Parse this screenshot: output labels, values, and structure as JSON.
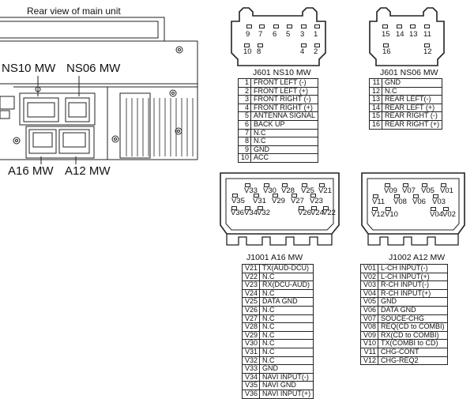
{
  "rear_view": {
    "title": "Rear view of main unit",
    "label_ns10": "NS10 MW",
    "label_ns06": "NS06 MW",
    "label_a16": "A16 MW",
    "label_a12": "A12 MW"
  },
  "j601_ns10": {
    "title": "J601 NS10 MW",
    "top_pins": [
      "9",
      "7",
      "6",
      "5",
      "3",
      "1"
    ],
    "bottom_pins": [
      "10",
      "8",
      "4",
      "2"
    ],
    "rows": [
      {
        "n": "1",
        "label": "FRONT LEFT (-)"
      },
      {
        "n": "2",
        "label": "FRONT LEFT (+)"
      },
      {
        "n": "3",
        "label": "FRONT RIGHT (-)"
      },
      {
        "n": "4",
        "label": "FRONT RIGHT (+)"
      },
      {
        "n": "5",
        "label": "ANTENNA SIGNAL"
      },
      {
        "n": "6",
        "label": "BACK UP"
      },
      {
        "n": "7",
        "label": "N.C"
      },
      {
        "n": "8",
        "label": "N.C"
      },
      {
        "n": "9",
        "label": "GND"
      },
      {
        "n": "10",
        "label": "ACC"
      }
    ]
  },
  "j601_ns06": {
    "title": "J601 NS06 MW",
    "top_pins": [
      "15",
      "14",
      "13",
      "11"
    ],
    "bottom_pins": [
      "16",
      "12"
    ],
    "rows": [
      {
        "n": "11",
        "label": "GND"
      },
      {
        "n": "12",
        "label": "N.C"
      },
      {
        "n": "13",
        "label": "REAR LEFT(-)"
      },
      {
        "n": "14",
        "label": "REAR LEFT (+)"
      },
      {
        "n": "15",
        "label": "REAR RIGHT (-)"
      },
      {
        "n": "16",
        "label": "REAR RIGHT (+)"
      }
    ]
  },
  "j1001_a16": {
    "title": "J1001  A16 MW",
    "row1_pins": [
      "V33",
      "V30",
      "V28",
      "V25",
      "V21"
    ],
    "row2_pins": [
      "V35",
      "V31",
      "V29",
      "V27",
      "V23"
    ],
    "row3_left_pins": [
      "V36",
      "V34",
      "V32"
    ],
    "row3_right_pins": [
      "V26",
      "V24",
      "V22"
    ],
    "rows": [
      {
        "n": "V21",
        "label": "TX(AUD-DCU)"
      },
      {
        "n": "V22",
        "label": "N.C"
      },
      {
        "n": "V23",
        "label": "RX(DCU-AUD)"
      },
      {
        "n": "V24",
        "label": "N.C"
      },
      {
        "n": "V25",
        "label": "DATA GND"
      },
      {
        "n": "V26",
        "label": "N.C"
      },
      {
        "n": "V27",
        "label": "N.C"
      },
      {
        "n": "V28",
        "label": "N.C"
      },
      {
        "n": "V29",
        "label": "N.C"
      },
      {
        "n": "V30",
        "label": "N.C"
      },
      {
        "n": "V31",
        "label": "N.C"
      },
      {
        "n": "V32",
        "label": "N.C"
      },
      {
        "n": "V33",
        "label": "GND"
      },
      {
        "n": "V34",
        "label": "NAVI INPUT(-)"
      },
      {
        "n": "V35",
        "label": "NAVI GND"
      },
      {
        "n": "V36",
        "label": "NAVI INPUT(+)"
      }
    ]
  },
  "j1002_a12": {
    "title": "J1002  A12 MW",
    "row1_pins": [
      "V09",
      "V07",
      "V05",
      "V01"
    ],
    "row2_pins": [
      "V11",
      "V08",
      "V06",
      "V03"
    ],
    "row3_left_pins": [
      "V12",
      "V10"
    ],
    "row3_right_pins": [
      "V04",
      "V02"
    ],
    "rows": [
      {
        "n": "V01",
        "label": "L-CH INPUT(-)"
      },
      {
        "n": "V02",
        "label": "L-CH INPUT(+)"
      },
      {
        "n": "V03",
        "label": "R-CH INPUT(-)"
      },
      {
        "n": "V04",
        "label": "R-CH INPUT(+)"
      },
      {
        "n": "V05",
        "label": "GND"
      },
      {
        "n": "V06",
        "label": "DATA GND"
      },
      {
        "n": "V07",
        "label": "SOUCE-CHG"
      },
      {
        "n": "V08",
        "label": "REQ(CD to COMBI)"
      },
      {
        "n": "V09",
        "label": "RX(CD to COMBI)"
      },
      {
        "n": "V10",
        "label": "TX(COMBI to CD)"
      },
      {
        "n": "V11",
        "label": "CHG-CONT"
      },
      {
        "n": "V12",
        "label": "CHG-REQ2"
      }
    ]
  }
}
